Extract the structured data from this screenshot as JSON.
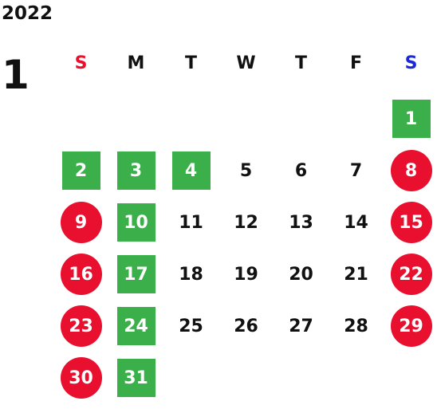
{
  "year": "2022",
  "month": "1",
  "colors": {
    "sunday_header": "#e8102e",
    "saturday_header": "#1a28d6",
    "holiday_green": "#3aaf4a",
    "weekend_red": "#e8102e",
    "text": "#111111"
  },
  "weekdays": [
    "S",
    "M",
    "T",
    "W",
    "T",
    "F",
    "S"
  ],
  "days": [
    {
      "day": "1",
      "col": 7,
      "style": "green"
    },
    {
      "day": "2",
      "col": 1,
      "style": "green"
    },
    {
      "day": "3",
      "col": 2,
      "style": "green"
    },
    {
      "day": "4",
      "col": 3,
      "style": "green"
    },
    {
      "day": "5",
      "col": 4,
      "style": "plain"
    },
    {
      "day": "6",
      "col": 5,
      "style": "plain"
    },
    {
      "day": "7",
      "col": 6,
      "style": "plain"
    },
    {
      "day": "8",
      "col": 7,
      "style": "red"
    },
    {
      "day": "9",
      "col": 1,
      "style": "red"
    },
    {
      "day": "10",
      "col": 2,
      "style": "green"
    },
    {
      "day": "11",
      "col": 3,
      "style": "plain"
    },
    {
      "day": "12",
      "col": 4,
      "style": "plain"
    },
    {
      "day": "13",
      "col": 5,
      "style": "plain"
    },
    {
      "day": "14",
      "col": 6,
      "style": "plain"
    },
    {
      "day": "15",
      "col": 7,
      "style": "red"
    },
    {
      "day": "16",
      "col": 1,
      "style": "red"
    },
    {
      "day": "17",
      "col": 2,
      "style": "green"
    },
    {
      "day": "18",
      "col": 3,
      "style": "plain"
    },
    {
      "day": "19",
      "col": 4,
      "style": "plain"
    },
    {
      "day": "20",
      "col": 5,
      "style": "plain"
    },
    {
      "day": "21",
      "col": 6,
      "style": "plain"
    },
    {
      "day": "22",
      "col": 7,
      "style": "red"
    },
    {
      "day": "23",
      "col": 1,
      "style": "red"
    },
    {
      "day": "24",
      "col": 2,
      "style": "green"
    },
    {
      "day": "25",
      "col": 3,
      "style": "plain"
    },
    {
      "day": "26",
      "col": 4,
      "style": "plain"
    },
    {
      "day": "27",
      "col": 5,
      "style": "plain"
    },
    {
      "day": "28",
      "col": 6,
      "style": "plain"
    },
    {
      "day": "29",
      "col": 7,
      "style": "red"
    },
    {
      "day": "30",
      "col": 1,
      "style": "red"
    },
    {
      "day": "31",
      "col": 2,
      "style": "green"
    }
  ]
}
